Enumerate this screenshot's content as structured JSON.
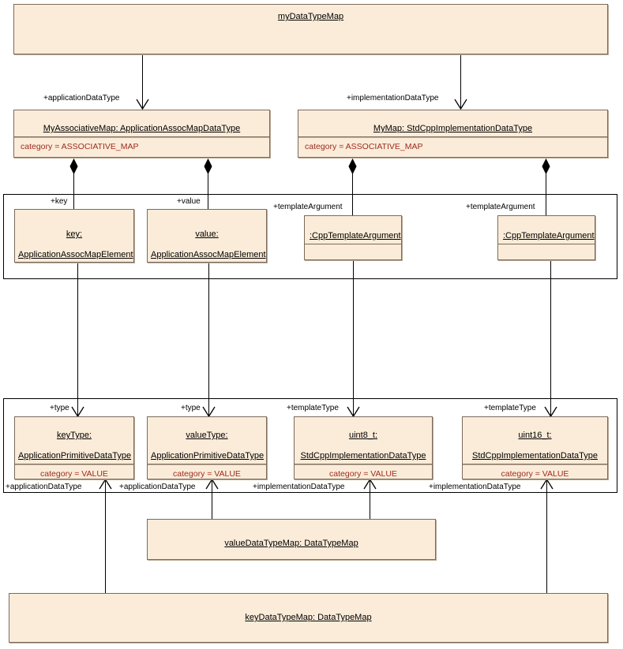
{
  "diagram": {
    "kind": "uml-object-diagram",
    "title": "myDataTypeMap",
    "colors": {
      "box_fill": "#fbecd9",
      "box_border": "#7a6a5c",
      "frame_border": "#000000",
      "attribute_text": "#9c2b20",
      "line": "#000000",
      "background": "#ffffff"
    }
  },
  "objects": {
    "root": {
      "name": "myDataTypeMap",
      "type": ""
    },
    "app_map": {
      "name": "MyAssociativeMap",
      "type": "ApplicationAssocMapDataType",
      "title": "MyAssociativeMap: ApplicationAssocMapDataType",
      "attribute": "category = ASSOCIATIVE_MAP"
    },
    "impl_map": {
      "name": "MyMap",
      "type": "StdCppImplementationDataType",
      "title": "MyMap: StdCppImplementationDataType",
      "attribute": "category = ASSOCIATIVE_MAP"
    },
    "key_elem": {
      "name": "key",
      "type": "ApplicationAssocMapElement",
      "line1": "key:",
      "line2": "ApplicationAssocMapElement"
    },
    "value_elem": {
      "name": "value",
      "type": "ApplicationAssocMapElement",
      "line1": "value:",
      "line2": "ApplicationAssocMapElement"
    },
    "tmpl_arg_1": {
      "name": "",
      "type": "CppTemplateArgument",
      "title": ":CppTemplateArgument"
    },
    "tmpl_arg_2": {
      "name": "",
      "type": "CppTemplateArgument",
      "title": ":CppTemplateArgument"
    },
    "key_type": {
      "name": "keyType",
      "type": "ApplicationPrimitiveDataType",
      "line1": "keyType:",
      "line2": "ApplicationPrimitiveDataType",
      "attribute": "category = VALUE"
    },
    "value_type": {
      "name": "valueType",
      "type": "ApplicationPrimitiveDataType",
      "line1": "valueType:",
      "line2": "ApplicationPrimitiveDataType",
      "attribute": "category = VALUE"
    },
    "uint8": {
      "name": "uint8_t",
      "type": "StdCppImplementationDataType",
      "line1": "uint8_t:",
      "line2": "StdCppImplementationDataType",
      "attribute": "category = VALUE"
    },
    "uint16": {
      "name": "uint16_t",
      "type": "StdCppImplementationDataType",
      "line1": "uint16_t:",
      "line2": "StdCppImplementationDataType",
      "attribute": "category = VALUE"
    },
    "value_map": {
      "name": "valueDataTypeMap",
      "type": "DataTypeMap",
      "title": "valueDataTypeMap: DataTypeMap"
    },
    "key_map": {
      "name": "keyDataTypeMap",
      "type": "DataTypeMap",
      "title": "keyDataTypeMap: DataTypeMap"
    }
  },
  "edge_labels": {
    "application_data_type_top": "+applicationDataType",
    "implementation_data_type_top": "+implementationDataType",
    "key": "+key",
    "value": "+value",
    "template_argument_1": "+templateArgument",
    "template_argument_2": "+templateArgument",
    "type_1": "+type",
    "type_2": "+type",
    "template_type_1": "+templateType",
    "template_type_2": "+templateType",
    "application_data_type_1": "+applicationDataType",
    "application_data_type_2": "+applicationDataType",
    "implementation_data_type_1": "+implementationDataType",
    "implementation_data_type_2": "+implementationDataType"
  }
}
